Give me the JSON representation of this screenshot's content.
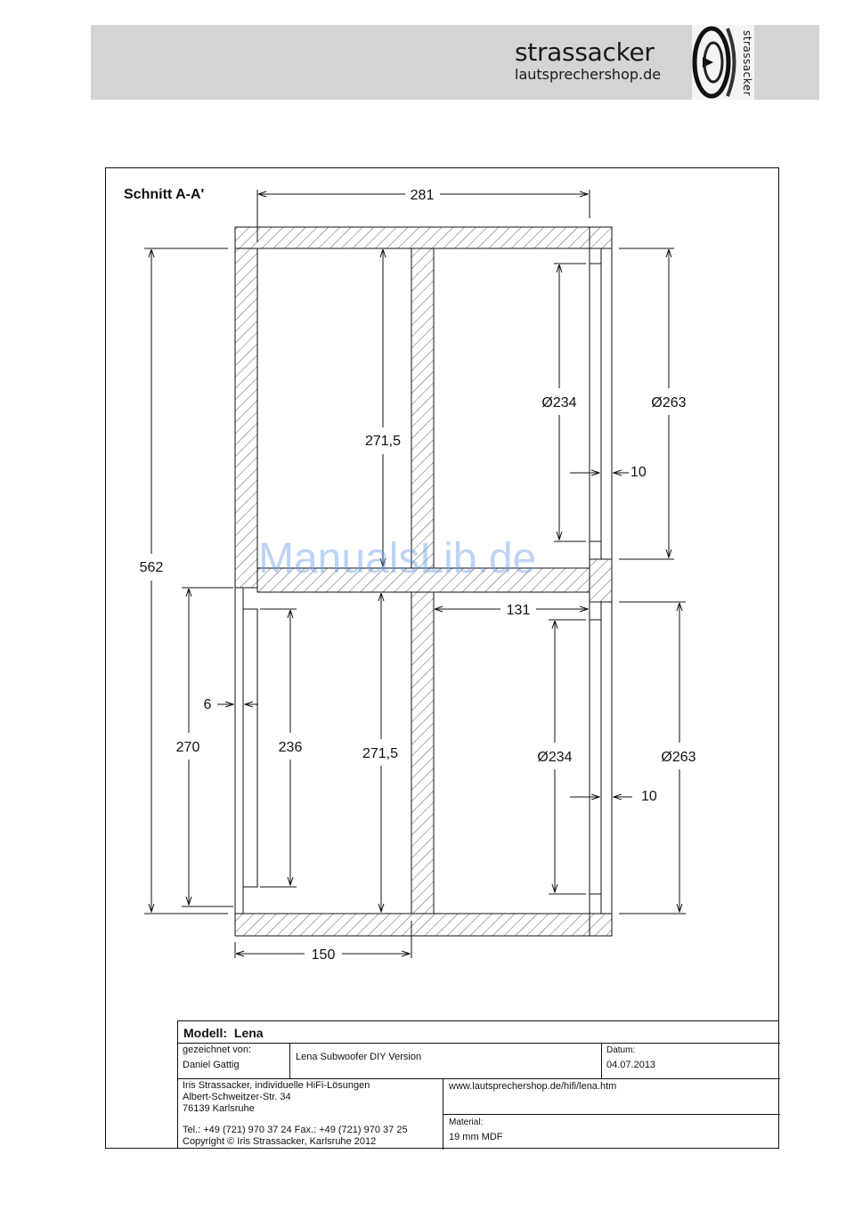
{
  "header": {
    "brand_name": "strassacker",
    "brand_url": "lautsprechershop.de",
    "logo_text": "strassacker"
  },
  "drawing": {
    "section_title": "Schnitt A-A'",
    "dimensions": {
      "width_top": "281",
      "height_total": "562",
      "upper_chamber_height": "271,5",
      "lower_chamber_height": "271,5",
      "upper_inner_diameter": "Ø234",
      "upper_outer_diameter": "Ø263",
      "upper_ring_thickness": "10",
      "lower_inner_diameter": "Ø234",
      "lower_outer_diameter": "Ø263",
      "lower_ring_thickness": "10",
      "partition_offset": "131",
      "port_plate_thickness": "6",
      "port_plate_height": "270",
      "port_opening_height": "236",
      "bottom_width": "150"
    }
  },
  "watermark": "ManualsLib.de",
  "title_block": {
    "model_label": "Modell:",
    "model_value": "Lena",
    "drawn_by_label": "gezeichnet von:",
    "drawn_by_value": "Daniel Gattig",
    "description": "Lena Subwoofer DIY Version",
    "date_label": "Datum:",
    "date_value": "04.07.2013",
    "company_line1": "Iris Strassacker, individuelle HiFi-Lösungen",
    "company_line2": "Albert-Schweitzer-Str. 34",
    "company_line3": "76139 Karlsruhe",
    "phone_fax": "Tel.: +49 (721) 970 37 24   Fax.: +49 (721) 970 37 25",
    "copyright": "Copyright © Iris Strassacker, Karlsruhe 2012",
    "url": "www.lautsprechershop.de/hifi/lena.htm",
    "material_label": "Material:",
    "material_value": "19 mm MDF"
  }
}
